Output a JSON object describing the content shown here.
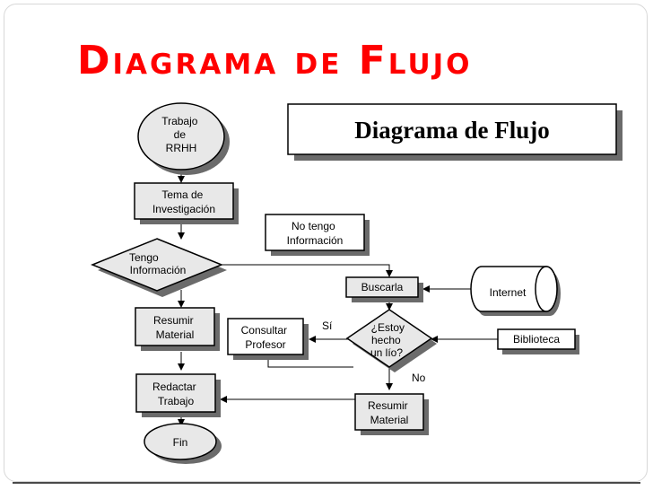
{
  "slide": {
    "title": "Diagrama de Flujo"
  },
  "banner": {
    "text": "Diagrama de Flujo"
  },
  "nodes": {
    "start": [
      "Trabajo",
      "de",
      "RRHH"
    ],
    "topic": [
      "Tema de",
      "Investigación"
    ],
    "has_info": [
      "Tengo",
      "Información"
    ],
    "no_info": [
      "No tengo",
      "Información"
    ],
    "search": [
      "Buscarla"
    ],
    "internet": [
      "Internet"
    ],
    "summarize_left": [
      "Resumir",
      "Material"
    ],
    "consult": [
      "Consultar",
      "Profesor"
    ],
    "confused": [
      "¿Estoy",
      "hecho",
      "un lío?"
    ],
    "library": [
      "Biblioteca"
    ],
    "write": [
      "Redactar",
      "Trabajo"
    ],
    "summarize_right": [
      "Resumir",
      "Material"
    ],
    "end": [
      "Fin"
    ]
  },
  "edge_labels": {
    "yes": "Sí",
    "no": "No"
  },
  "colors": {
    "title": "#ff0000",
    "node_fill": "#e8e8e8",
    "shadow": "#6b6b6b",
    "stroke": "#000000"
  }
}
